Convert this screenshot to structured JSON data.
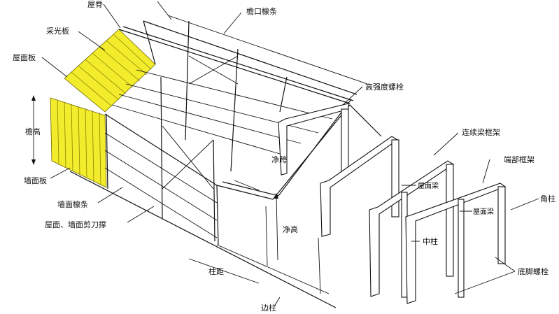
{
  "labels": {
    "ridge": "屋脊",
    "skylight": "采光板",
    "roof_panel": "屋面板",
    "eave_height": "檐高",
    "wall_panel": "墙面板",
    "wall_purlin": "墙面檩条",
    "bracing": "屋面、墙面剪刀撑",
    "bay_spacing": "柱距",
    "side_column": "边柱",
    "eave_purlin": "檐口檩条",
    "hs_bolt": "高强度螺栓",
    "clear_span": "净跨",
    "clear_height": "净高",
    "continuous_frame": "连续梁框架",
    "end_frame": "端部框架",
    "roof_beam_1": "屋面梁",
    "roof_beam_2": "屋面梁",
    "corner_column": "角柱",
    "middle_column": "中柱",
    "anchor_bolt": "底脚螺栓"
  },
  "colors": {
    "skylight": "#f3ec2c",
    "line": "#111111"
  }
}
